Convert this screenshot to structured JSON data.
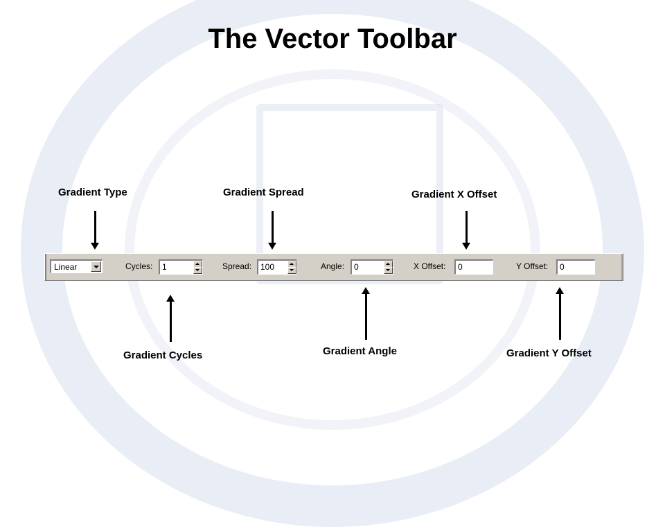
{
  "title": "The Vector Toolbar",
  "callouts": {
    "gradient_type": "Gradient Type",
    "gradient_spread": "Gradient Spread",
    "gradient_x_offset": "Gradient X Offset",
    "gradient_cycles": "Gradient Cycles",
    "gradient_angle": "Gradient Angle",
    "gradient_y_offset": "Gradient Y Offset"
  },
  "toolbar": {
    "type_value": "Linear",
    "cycles_label": "Cycles:",
    "cycles_value": "1",
    "spread_label": "Spread:",
    "spread_value": "100",
    "angle_label": "Angle:",
    "angle_value": "0",
    "x_offset_label": "X Offset:",
    "x_offset_value": "0",
    "y_offset_label": "Y Offset:",
    "y_offset_value": "0"
  },
  "colors": {
    "toolbar_face": "#d4d0c8",
    "watermark": "#c4d0e4"
  }
}
